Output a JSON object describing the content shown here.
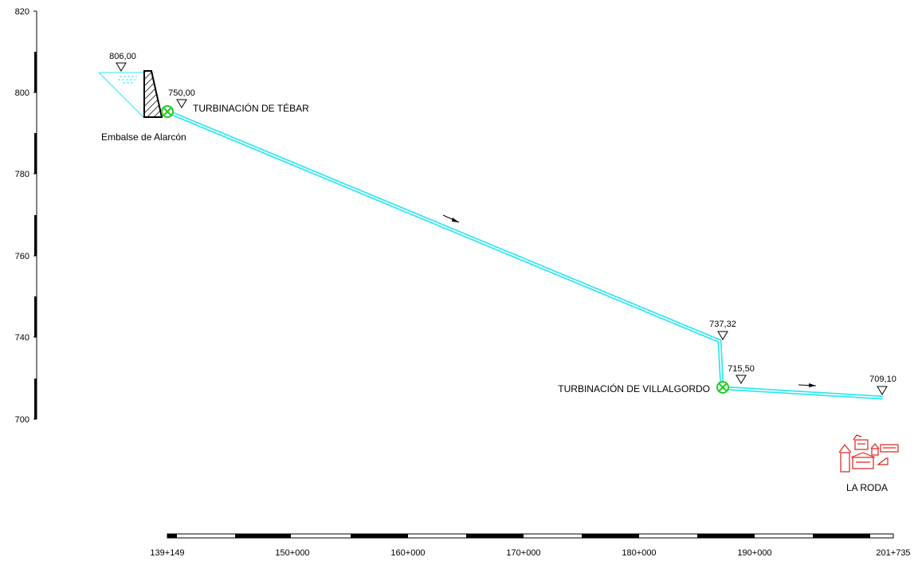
{
  "y_axis": {
    "ticks": [
      "820",
      "800",
      "780",
      "760",
      "740",
      "700"
    ]
  },
  "x_axis": {
    "ticks": [
      "139+149",
      "150+000",
      "160+000",
      "170+000",
      "180+000",
      "190+000",
      "201+735"
    ]
  },
  "labels": {
    "reservoir": "Embalse de Alarcón",
    "turbine_1": "TURBINACIÓN DE TÉBAR",
    "turbine_2": "TURBINACIÓN DE VILLALGORDO",
    "town": "LA RODA"
  },
  "elevations": {
    "reservoir_level": "806,00",
    "tebar": "750,00",
    "villalgordo_upper": "737,32",
    "villalgordo_lower": "715,50",
    "end": "709,10"
  },
  "colors": {
    "pipe": "#33e6f0",
    "turbine": "#22cc22",
    "town": "#e02020",
    "hatch": "#000000"
  },
  "icons": {
    "turbine": "circle-x-icon",
    "elevation_marker": "triangle-down-icon",
    "flow": "arrow-icon",
    "town": "town-houses-icon",
    "dam": "dam-hatched-icon"
  }
}
